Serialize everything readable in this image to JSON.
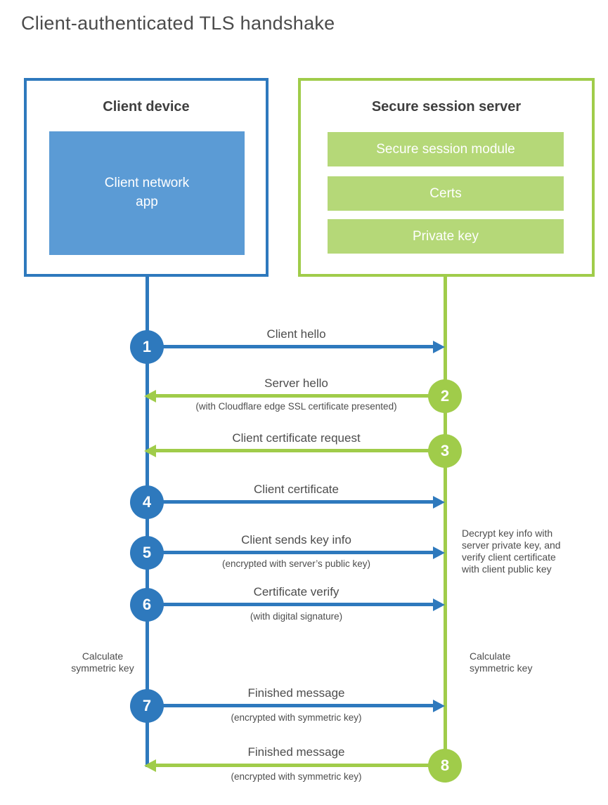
{
  "diagram": {
    "title": "Client-authenticated TLS handshake",
    "colors": {
      "blue": "#2e79bd",
      "blue_fill": "#5b9bd5",
      "green": "#a0cc4a",
      "green_fill": "#b5d878",
      "text": "#4d4d4d",
      "text_dark": "#3f3f3f"
    }
  },
  "client": {
    "title": "Client device",
    "app_label": "Client network app"
  },
  "server": {
    "title": "Secure session server",
    "bars": [
      {
        "label": "Secure session module"
      },
      {
        "label": "Certs"
      },
      {
        "label": "Private key"
      }
    ]
  },
  "steps": [
    {
      "number": "1",
      "label": "Client hello",
      "sublabel": "",
      "direction": "right",
      "color": "blue"
    },
    {
      "number": "2",
      "label": "Server hello",
      "sublabel": "(with Cloudflare edge SSL certificate presented)",
      "direction": "left",
      "color": "green"
    },
    {
      "number": "3",
      "label": "Client certificate request",
      "sublabel": "",
      "direction": "left",
      "color": "green"
    },
    {
      "number": "4",
      "label": "Client certificate",
      "sublabel": "",
      "direction": "right",
      "color": "blue"
    },
    {
      "number": "5",
      "label": "Client sends key info",
      "sublabel": "(encrypted with server’s public key)",
      "direction": "right",
      "color": "blue"
    },
    {
      "number": "6",
      "label": "Certificate verify",
      "sublabel": "(with digital signature)",
      "direction": "right",
      "color": "blue"
    },
    {
      "number": "7",
      "label": "Finished message",
      "sublabel": "(encrypted with symmetric key)",
      "direction": "right",
      "color": "blue"
    },
    {
      "number": "8",
      "label": "Finished message",
      "sublabel": "(encrypted with symmetric key)",
      "direction": "left",
      "color": "green"
    }
  ],
  "notes": {
    "decrypt": "Decrypt key info with server private key, and verify client certificate with client public key",
    "calc_left": "Calculate symmetric key",
    "calc_right": "Calculate symmetric key"
  }
}
